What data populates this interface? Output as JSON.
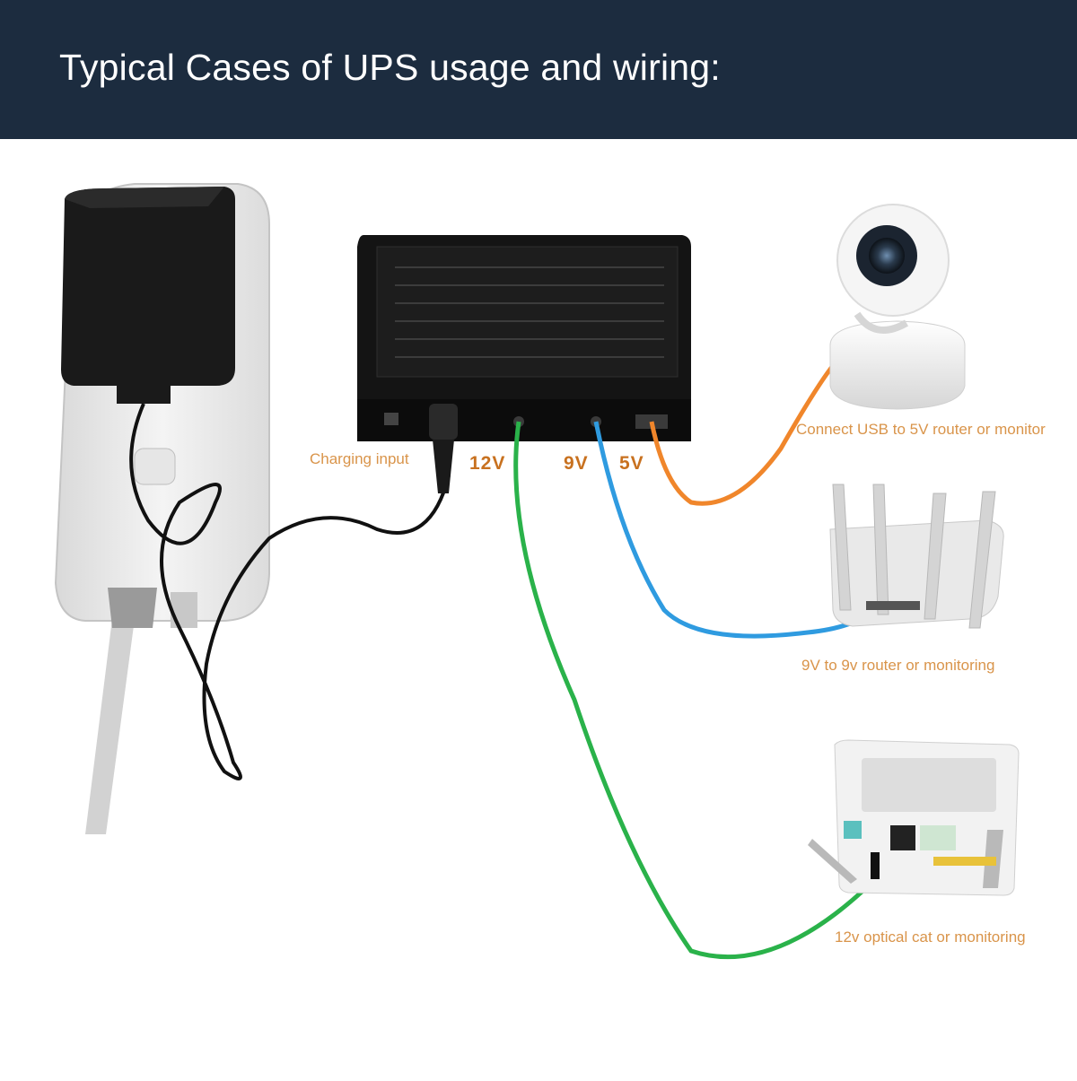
{
  "header": {
    "title": "Typical Cases of UPS usage and wiring:"
  },
  "labels": {
    "charging_input": "Charging input",
    "port_12v": "12V",
    "port_9v": "9V",
    "port_5v": "5V",
    "usb_5v": "Connect USB to 5V router or monitor",
    "router_9v": "9V to 9v router or monitoring",
    "optical_12v": "12v optical cat or monitoring"
  },
  "colors": {
    "header_bg": "#1c2c3f",
    "callout_text": "#d9944a",
    "port_text": "#c8711f",
    "cable_5v": "#f0862b",
    "cable_9v": "#2f9be0",
    "cable_12v": "#2ab24a",
    "cable_input": "#111111"
  },
  "devices": [
    "power-strip",
    "power-adapter",
    "ups-box",
    "ip-camera",
    "wifi-router",
    "optical-modem"
  ]
}
